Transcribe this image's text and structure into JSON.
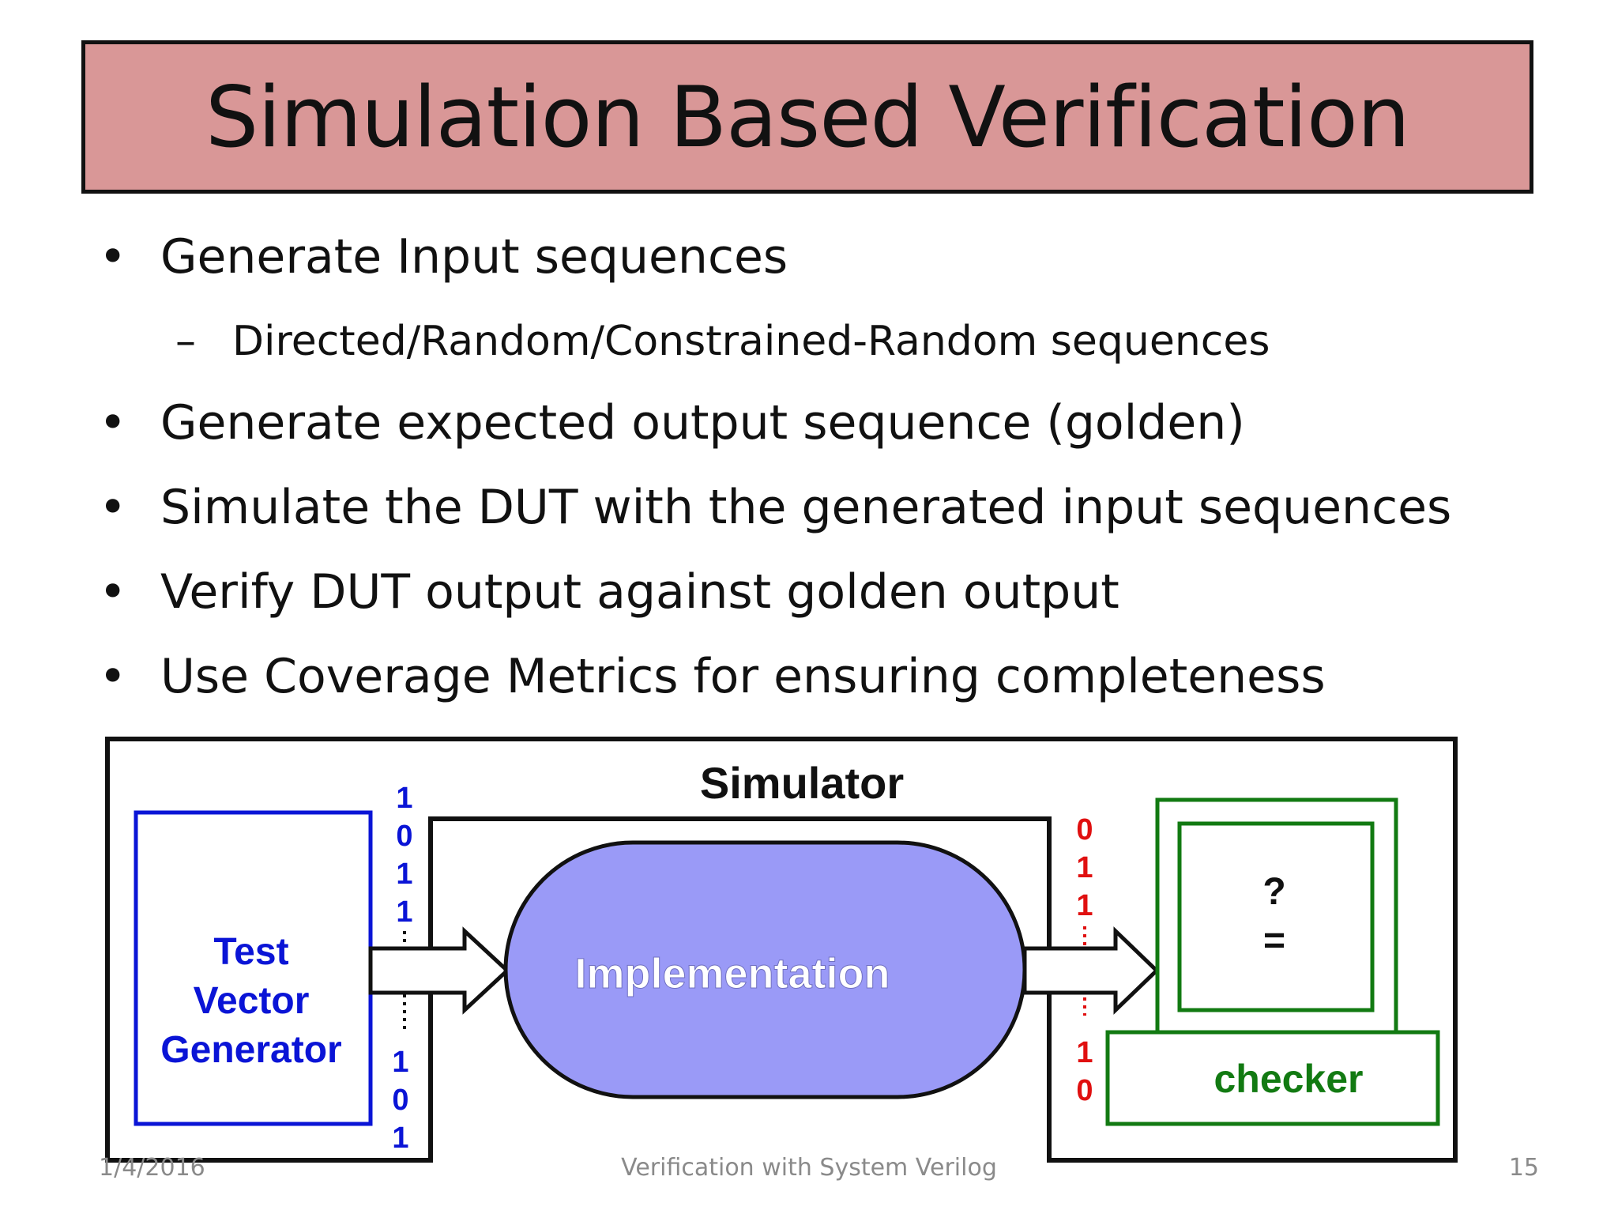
{
  "slide": {
    "title": "Simulation Based Verification",
    "bullets": [
      {
        "level": 1,
        "marker": "•",
        "text": "Generate Input sequences"
      },
      {
        "level": 2,
        "marker": "–",
        "text": "Directed/Random/Constrained-Random sequences"
      },
      {
        "level": 1,
        "marker": "•",
        "text": "Generate expected output sequence (golden)"
      },
      {
        "level": 1,
        "marker": "•",
        "text": "Simulate the DUT with the generated input sequences"
      },
      {
        "level": 1,
        "marker": "•",
        "text": "Verify DUT output against golden output"
      },
      {
        "level": 1,
        "marker": "•",
        "text": "Use Coverage Metrics for ensuring completeness"
      }
    ]
  },
  "diagram": {
    "simulator_label": "Simulator",
    "generator_label": [
      "Test",
      "Vector",
      "Generator"
    ],
    "implementation_label": "Implementation",
    "checker_label": "checker",
    "compare_symbol_top": "?",
    "compare_symbol_bottom": "=",
    "input_bits_top": [
      "1",
      "0",
      "1",
      "1"
    ],
    "input_bits_bottom": [
      "1",
      "0",
      "1"
    ],
    "output_bits_top": [
      "0",
      "1",
      "1"
    ],
    "output_bits_bottom": [
      "1",
      "0"
    ],
    "colors": {
      "generator": "#0a14d6",
      "implementation_fill": "#9a9af7",
      "checker": "#127a12",
      "output_bits": "#e01010"
    }
  },
  "footer": {
    "date": "1/4/2016",
    "course": "Verification with System Verilog",
    "page": "15"
  }
}
